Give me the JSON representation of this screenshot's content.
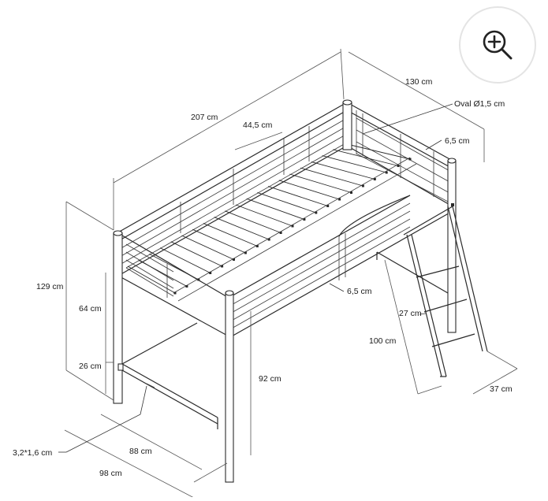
{
  "labels": {
    "length": "207 cm",
    "depth": "130 cm",
    "oval": "Oval Ø1,5 cm",
    "slat_spacing": "44,5 cm",
    "post_back": "6,5 cm",
    "post_front": "6,5 cm",
    "total_height": "129 cm",
    "rail_height": "64 cm",
    "low_bar": "26 cm",
    "clearance": "92 cm",
    "ladder_step": "27 cm",
    "ladder_length": "100 cm",
    "ladder_width": "37 cm",
    "tube": "3,2*1,6 cm",
    "inner_width": "88 cm",
    "outer_width": "98 cm"
  },
  "icons": {
    "zoom": "zoom-in-icon"
  }
}
